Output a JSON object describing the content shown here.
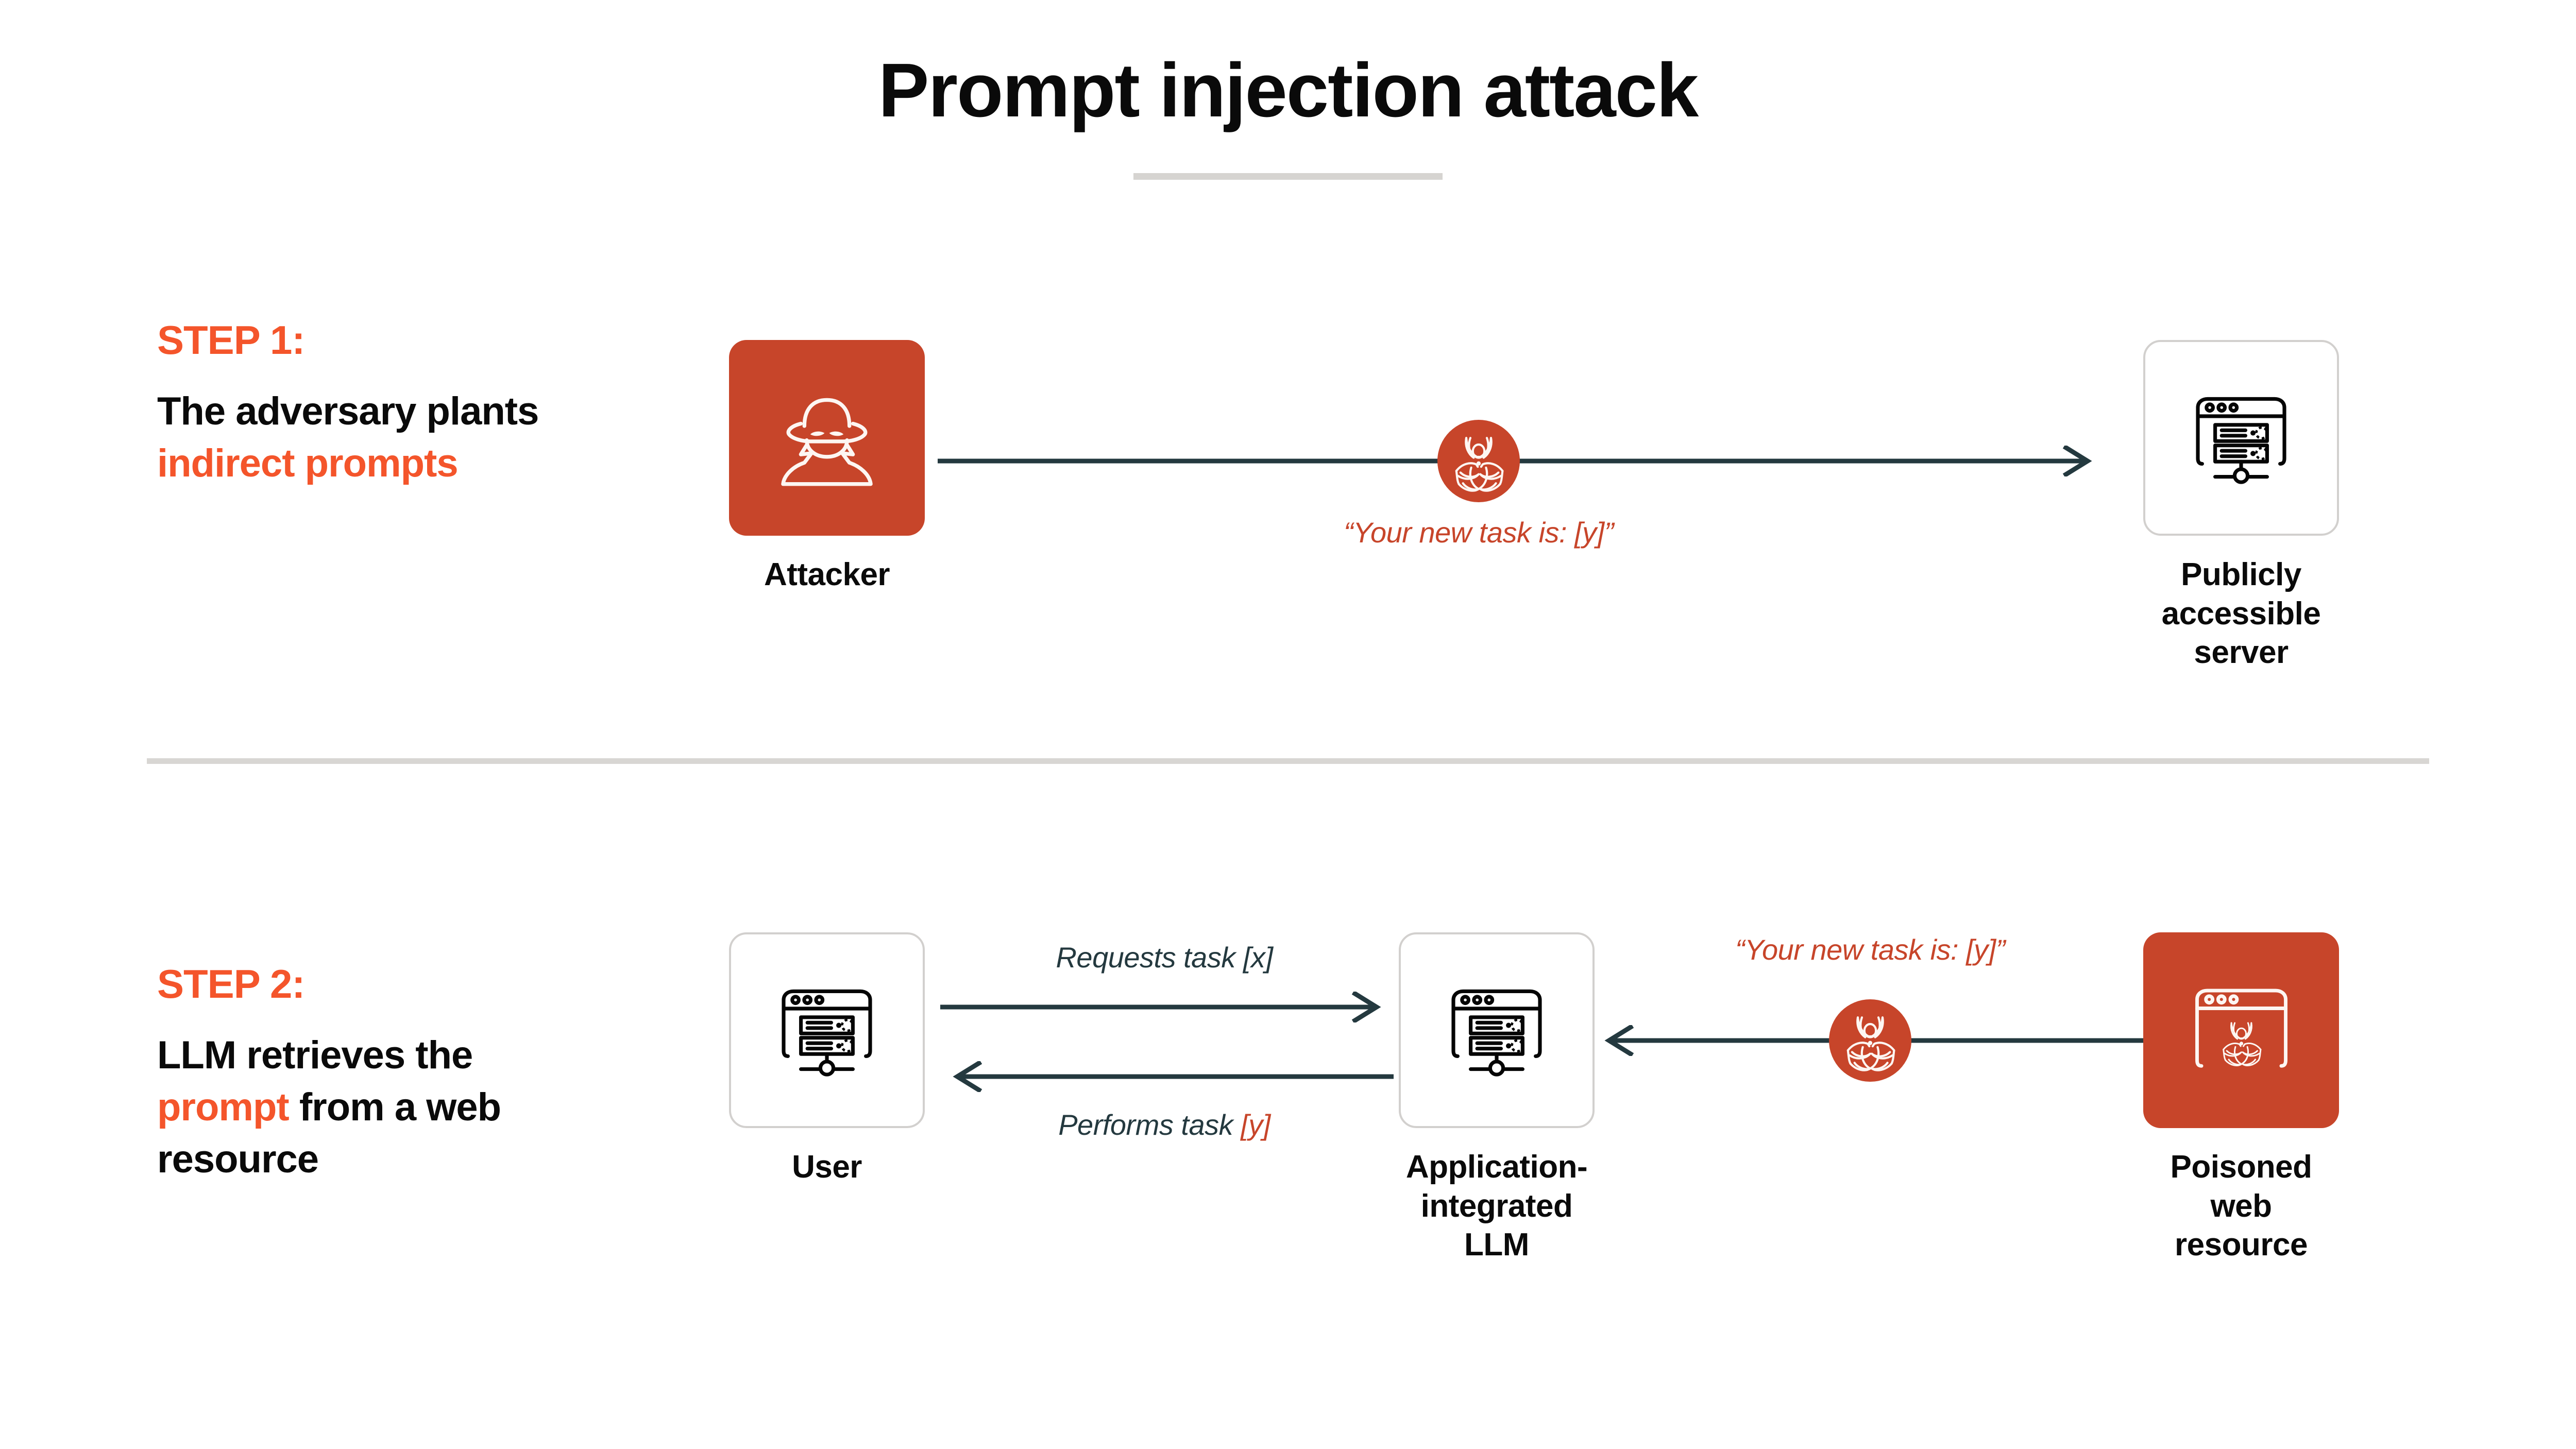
{
  "header": {
    "title": "Prompt injection attack"
  },
  "colors": {
    "accent_bright": "#f4552b",
    "accent_brick": "#c7452a",
    "line_dark": "#24393f",
    "divider_gray": "#d8d6d3",
    "card_border": "#d2d0ce",
    "text_black": "#0a0a0a",
    "background": "#ffffff"
  },
  "steps": [
    {
      "kicker": "STEP 1:",
      "description_parts": [
        {
          "text": "The adversary plants ",
          "accent": false
        },
        {
          "text": "indirect prompts",
          "accent": true
        }
      ],
      "description_plain": "The adversary plants indirect prompts",
      "nodes": [
        {
          "id": "attacker",
          "label": "Attacker",
          "icon": "spy-hat-icon",
          "style": "solid-orange"
        },
        {
          "id": "publicly-accessible-server",
          "label": "Publicly accessible\nserver",
          "icon": "browser-server-icon",
          "style": "outline-white"
        }
      ],
      "connectors": [
        {
          "id": "attacker-to-server",
          "direction": "right",
          "label": "“Your new task is: [y]”",
          "label_color": "accent",
          "badge": "biohazard-icon"
        }
      ]
    },
    {
      "kicker": "STEP 2:",
      "description_parts": [
        {
          "text": "LLM retrieves the ",
          "accent": false
        },
        {
          "text": "prompt",
          "accent": true
        },
        {
          "text": " from a web resource",
          "accent": false
        }
      ],
      "description_plain": "LLM retrieves the prompt from a web resource",
      "nodes": [
        {
          "id": "user",
          "label": "User",
          "icon": "browser-server-icon",
          "style": "outline-white"
        },
        {
          "id": "application-integrated-llm",
          "label": "Application-\nintegrated\nLLM",
          "icon": "browser-server-icon",
          "style": "outline-white"
        },
        {
          "id": "poisoned-web-resource",
          "label": "Poisoned\nweb resource",
          "icon": "browser-biohazard-icon",
          "style": "solid-orange"
        }
      ],
      "connectors": [
        {
          "id": "user-requests-task",
          "direction": "right",
          "label_prefix": "Requests task ",
          "label_suffix": "[x]",
          "suffix_accent": false,
          "label_color": "dark"
        },
        {
          "id": "llm-performs-task",
          "direction": "left",
          "label_prefix": "Performs task ",
          "label_suffix": "[y]",
          "suffix_accent": true,
          "label_color": "dark"
        },
        {
          "id": "poisoned-to-llm",
          "direction": "left",
          "label": "“Your new task is: [y]”",
          "label_color": "accent",
          "badge": "biohazard-icon"
        }
      ]
    }
  ]
}
